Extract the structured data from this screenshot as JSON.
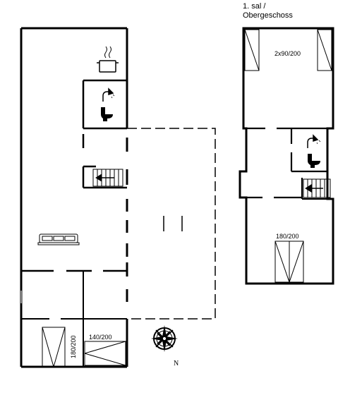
{
  "floor_label": {
    "line1": "1. sal /",
    "line2": "Obergeschoss"
  },
  "beds": {
    "upper_top": "2x90/200",
    "upper_bottom": "180/200",
    "ground_double": "140/200",
    "ground_single": "180/200"
  },
  "compass": {
    "north": "N"
  },
  "icons": [
    "pot-icon",
    "shower-icon",
    "toilet-icon",
    "stairs-icon",
    "sofa-icon",
    "compass-icon"
  ]
}
